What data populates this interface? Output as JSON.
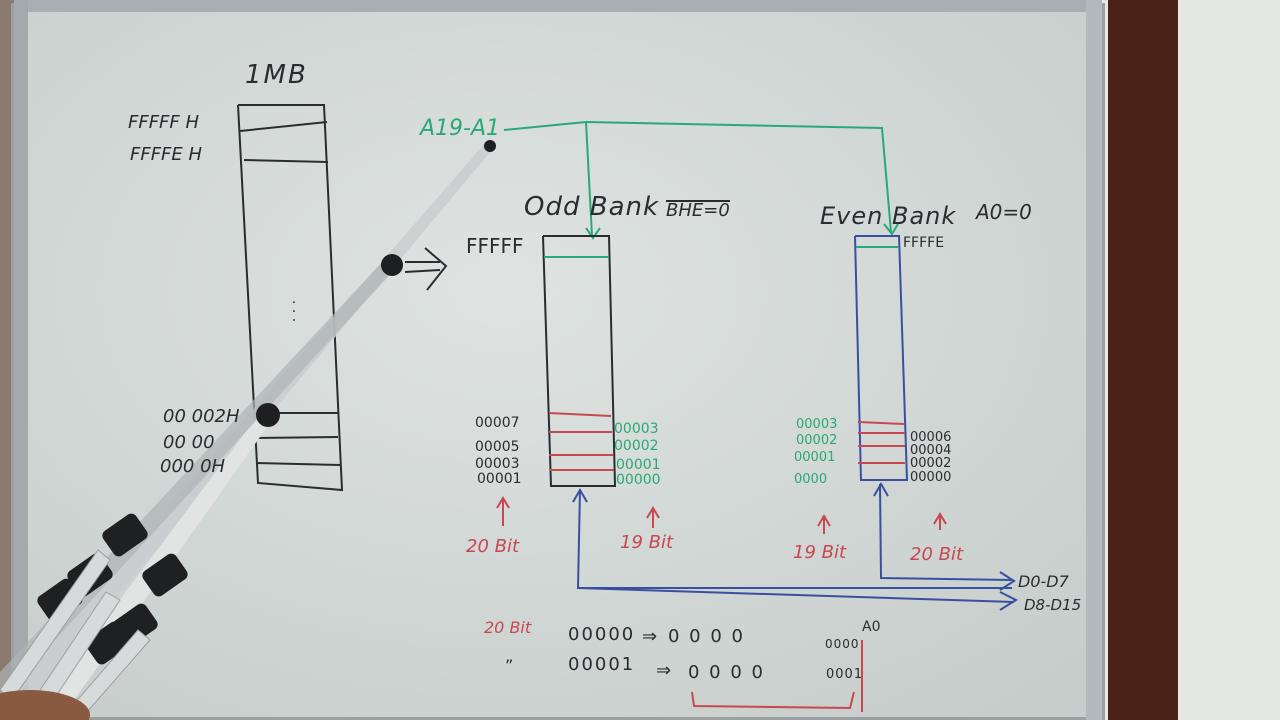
{
  "memory": {
    "title": "1MB",
    "addr_top": "FFFFF H",
    "addr_second": "FFFFE H",
    "addr_low1": "00 002H",
    "addr_low2": "00 00",
    "addr_low3": "000 0H",
    "dots": ".  .  ."
  },
  "bus": {
    "address_label": "A19-A1"
  },
  "odd_bank": {
    "title": "Odd Bank",
    "condition": "BHE=0",
    "top_address": "FFFFF",
    "left_addresses": [
      "00007",
      "00005",
      "00003",
      "00001"
    ],
    "right_addresses": [
      "00003",
      "00002",
      "00001",
      "00000"
    ],
    "left_caption": "20 Bit",
    "right_caption": "19 Bit"
  },
  "even_bank": {
    "title": "Even Bank",
    "condition": "A0=0",
    "top_address": "FFFFE",
    "left_addresses": [
      "00003",
      "00002",
      "00001",
      "0000"
    ],
    "right_addresses": [
      "00006",
      "00004",
      "00002",
      "00000"
    ],
    "left_caption": "19 Bit",
    "right_caption": "20 Bit"
  },
  "data_bus": {
    "low": "D0-D7",
    "high": "D8-D15"
  },
  "bottom_table": {
    "a0_label": "A0",
    "rows": [
      {
        "label": "20 Bit",
        "value": "00000",
        "arrow": "⇒",
        "shifted": "0 0 0 0",
        "bits": "0000"
      },
      {
        "label": "”",
        "value": "00001",
        "arrow": "⇒",
        "shifted": "0 0 0 0",
        "bits": "0001"
      }
    ]
  },
  "colors": {
    "board": "#d2d8d6",
    "marker_black": "#2a2d30",
    "marker_green": "#2aa877",
    "marker_red": "#c8484f",
    "marker_blue": "#3a4fa0",
    "frame_wood": "#4a2218"
  }
}
